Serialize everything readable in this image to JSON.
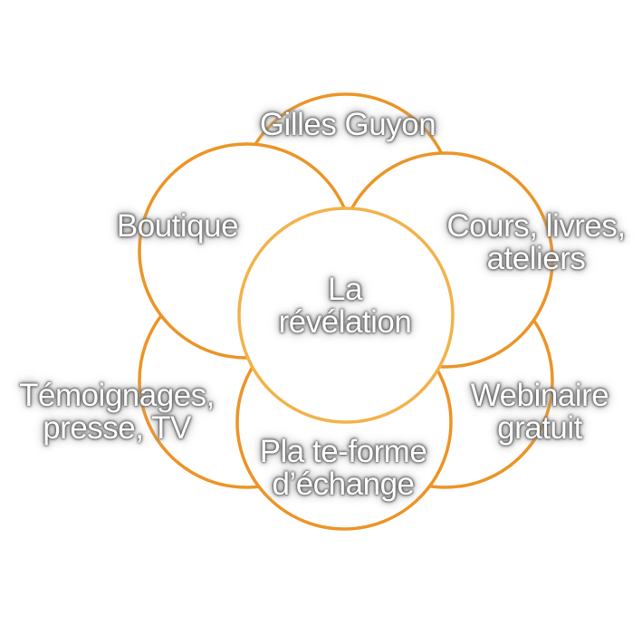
{
  "diagram": {
    "title": "",
    "colors": {
      "petal_stroke": "#ec9426",
      "center_stroke": "#f2b24a",
      "label_fill": "#ffffff"
    },
    "center": {
      "line1": "La",
      "line2": "révélation"
    },
    "petals": {
      "top": {
        "line1": "Gilles Guyon"
      },
      "upper_left": {
        "line1": "Boutique"
      },
      "upper_right": {
        "line1": "Cours, livres,",
        "line2": "ateliers"
      },
      "lower_right": {
        "line1": "Webinaire",
        "line2": "gratuit"
      },
      "bottom": {
        "line1": "Pla te-forme",
        "line2": "d’échange"
      },
      "lower_left": {
        "line1": "Témoignages,",
        "line2": "presse, TV"
      }
    }
  }
}
